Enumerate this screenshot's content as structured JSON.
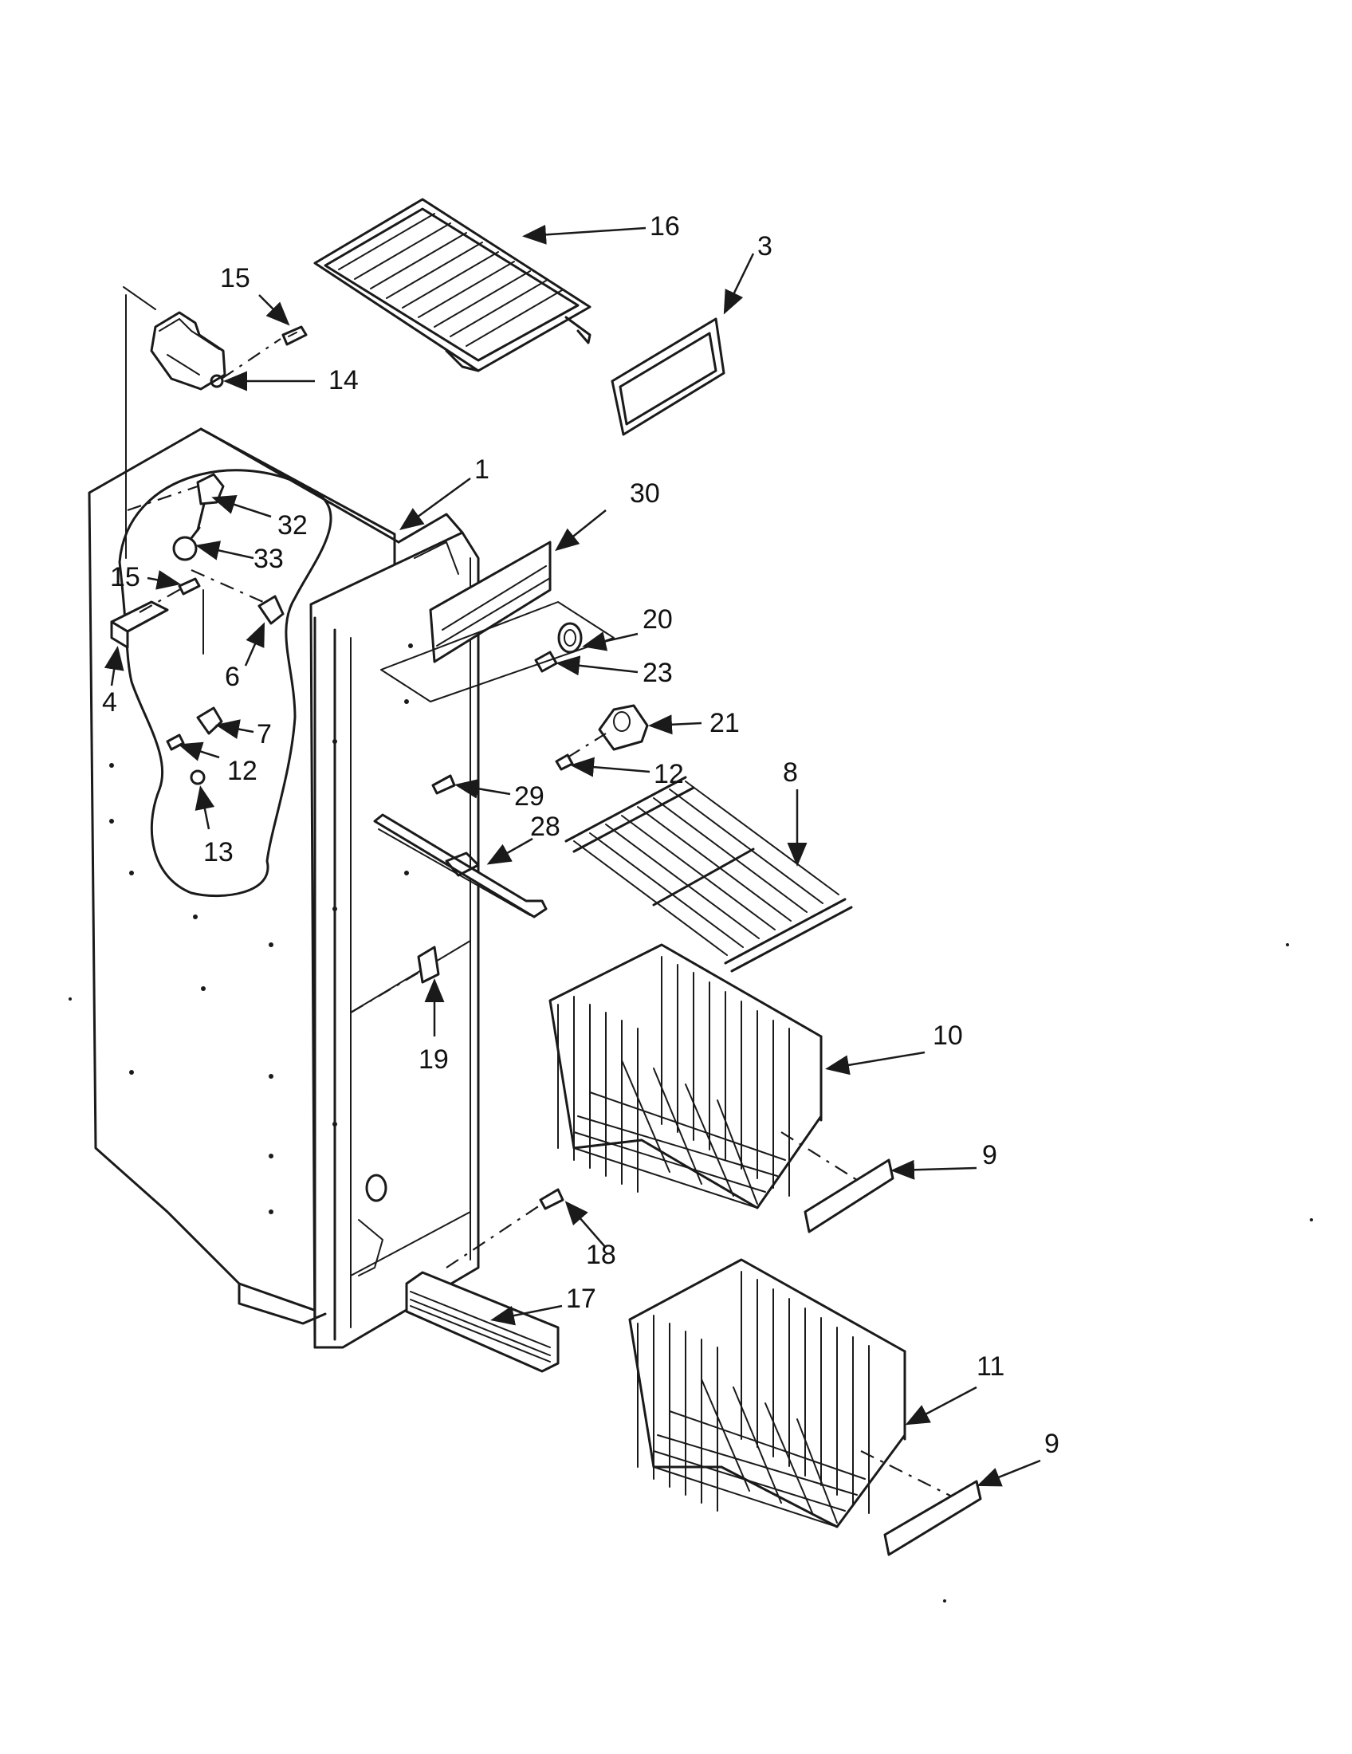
{
  "diagram": {
    "type": "exploded-parts-diagram",
    "callouts": [
      {
        "key": "c16",
        "text": "16"
      },
      {
        "key": "c3",
        "text": "3"
      },
      {
        "key": "c15a",
        "text": "15"
      },
      {
        "key": "c14",
        "text": "14"
      },
      {
        "key": "c1",
        "text": "1"
      },
      {
        "key": "c30",
        "text": "30"
      },
      {
        "key": "c32",
        "text": "32"
      },
      {
        "key": "c33",
        "text": "33"
      },
      {
        "key": "c15b",
        "text": "15"
      },
      {
        "key": "c20",
        "text": "20"
      },
      {
        "key": "c23",
        "text": "23"
      },
      {
        "key": "c6",
        "text": "6"
      },
      {
        "key": "c4",
        "text": "4"
      },
      {
        "key": "c21",
        "text": "21"
      },
      {
        "key": "c7",
        "text": "7"
      },
      {
        "key": "c12a",
        "text": "12"
      },
      {
        "key": "c12b",
        "text": "12"
      },
      {
        "key": "c8",
        "text": "8"
      },
      {
        "key": "c29",
        "text": "29"
      },
      {
        "key": "c28",
        "text": "28"
      },
      {
        "key": "c13",
        "text": "13"
      },
      {
        "key": "c10",
        "text": "10"
      },
      {
        "key": "c19",
        "text": "19"
      },
      {
        "key": "c9a",
        "text": "9"
      },
      {
        "key": "c18",
        "text": "18"
      },
      {
        "key": "c17",
        "text": "17"
      },
      {
        "key": "c11",
        "text": "11"
      },
      {
        "key": "c9b",
        "text": "9"
      }
    ]
  },
  "labels": {
    "c16": "16",
    "c3": "3",
    "c15a": "15",
    "c14": "14",
    "c1": "1",
    "c30": "30",
    "c32": "32",
    "c33": "33",
    "c15b": "15",
    "c20": "20",
    "c23": "23",
    "c6": "6",
    "c4": "4",
    "c21": "21",
    "c7": "7",
    "c12a": "12",
    "c12b": "12",
    "c8": "8",
    "c29": "29",
    "c28": "28",
    "c13": "13",
    "c10": "10",
    "c19": "19",
    "c9a": "9",
    "c18": "18",
    "c17": "17",
    "c11": "11",
    "c9b": "9"
  }
}
